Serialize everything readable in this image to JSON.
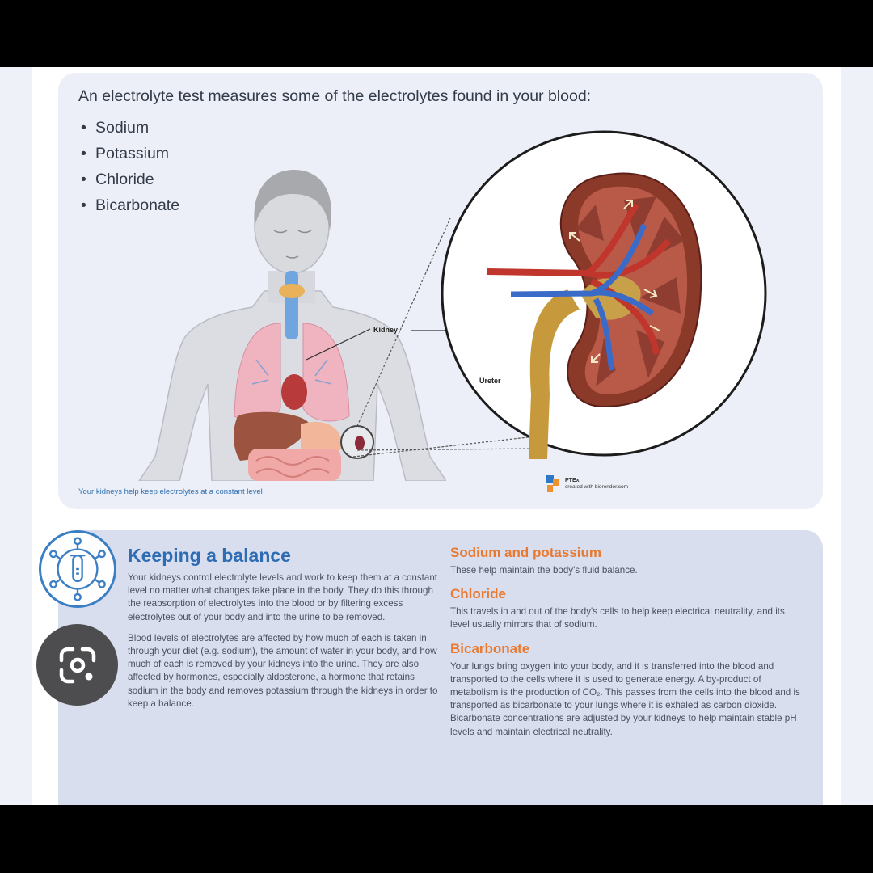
{
  "top": {
    "intro": "An electrolyte test measures some of the electrolytes found in your blood:",
    "electrolytes": [
      "Sodium",
      "Potassium",
      "Chloride",
      "Bicarbonate"
    ],
    "labels": {
      "kidney": "Kidney",
      "ureter": "Ureter"
    },
    "caption": "Your kidneys help keep electrolytes at a constant level",
    "credit": {
      "brand": "PTEx",
      "line": "created with biorender.com"
    }
  },
  "bottom": {
    "balance": {
      "title": "Keeping a balance",
      "p1": "Your kidneys control electrolyte levels and work to keep them at a constant level no matter what changes take place in the body. They do this through the reabsorption of electrolytes into the blood or by filtering excess electrolytes out of your body and into the urine to be removed.",
      "p2": "Blood levels of electrolytes are affected by how much of each is taken in through your diet (e.g. sodium), the amount of water in your body, and how much of each is removed by your kidneys into the urine. They are also affected by hormones, especially aldosterone, a hormone that retains sodium in the body and removes potassium through the kidneys in order to keep a balance."
    },
    "sodium": {
      "title": "Sodium and potassium",
      "text": "These help maintain the body's fluid balance."
    },
    "chloride": {
      "title": "Chloride",
      "text": "This travels in and out of the body's cells to help keep electrical neutrality, and its level usually mirrors that of sodium."
    },
    "bicarbonate": {
      "title": "Bicarbonate",
      "text": "Your lungs bring oxygen into your body, and it is transferred into the blood and transported to the cells where it is used to generate energy. A by-product of metabolism is the production of CO₂. This passes from the cells into the blood and is transported as bicarbonate to your lungs where it is exhaled as carbon dioxide. Bicarbonate concentrations are adjusted by your kidneys to help maintain stable pH levels and maintain electrical neutrality."
    }
  },
  "colors": {
    "accent_blue": "#2e6db4",
    "accent_orange": "#e8792f",
    "top_panel": "#eceff7",
    "bottom_panel": "#d9deef"
  },
  "icons": {
    "balance": "atom-test-tube-icon",
    "lens": "google-lens-icon"
  }
}
